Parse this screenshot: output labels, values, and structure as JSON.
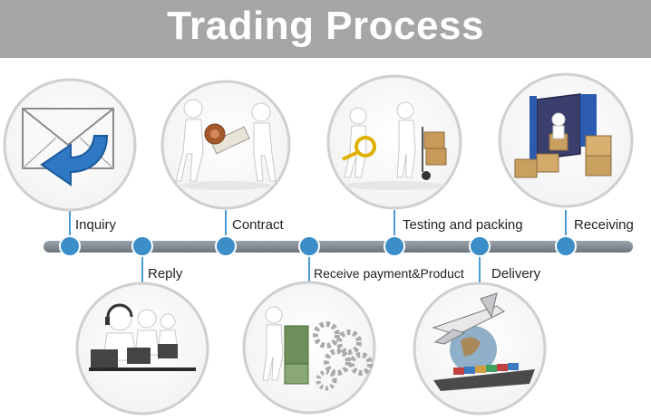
{
  "header": {
    "title": "Trading Process"
  },
  "steps": [
    {
      "label": "Inquiry",
      "icon": "envelope-reply-icon"
    },
    {
      "label": "Reply",
      "icon": "call-center-icon"
    },
    {
      "label": "Contract",
      "icon": "contract-handshake-icon"
    },
    {
      "label": "Receive payment&Product",
      "icon": "money-gears-icon"
    },
    {
      "label": "Testing and packing",
      "icon": "inspection-packing-icon"
    },
    {
      "label": "Delivery",
      "icon": "plane-ship-globe-icon"
    },
    {
      "label": "Receiving",
      "icon": "container-boxes-icon"
    }
  ],
  "colors": {
    "banner": "#a6a6a6",
    "timeline": "#7f8a93",
    "node": "#3b8ec8",
    "connector": "#4a9bd4",
    "ring": "#cfcfcf"
  }
}
